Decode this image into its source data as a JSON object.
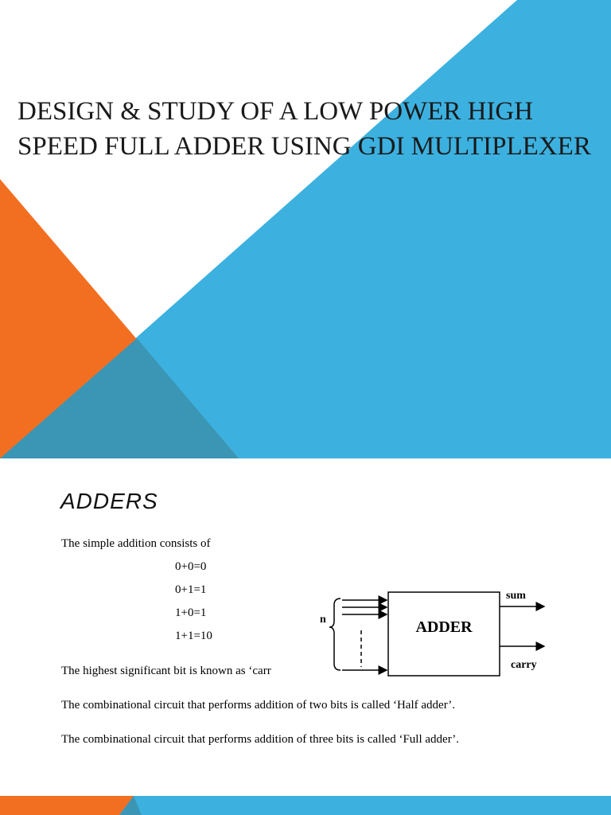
{
  "slide1": {
    "title_line1": "DESIGN & STUDY OF A LOW POWER HIGH",
    "title_line2": "SPEED FULL ADDER USING GDI MULTIPLEXER",
    "colors": {
      "orange": "#f26f21",
      "blue": "#3cb1e0",
      "overlap": "#3b96b5"
    }
  },
  "slide2": {
    "heading": "ADDERS",
    "intro": "The simple addition consists of",
    "equations": [
      "0+0=0",
      "0+1=1",
      "1+0=1",
      "1+1=10"
    ],
    "carry_text": "The highest significant bit is known as ‘carr",
    "half_adder_text": "The combinational circuit that performs addition of two bits is called ‘Half adder’.",
    "full_adder_text": "The combinational circuit that performs addition of three bits is called ‘Full adder’.",
    "diagram": {
      "block_label": "ADDER",
      "input_label": "n",
      "output_sum": "sum",
      "output_carry": "carry"
    }
  }
}
